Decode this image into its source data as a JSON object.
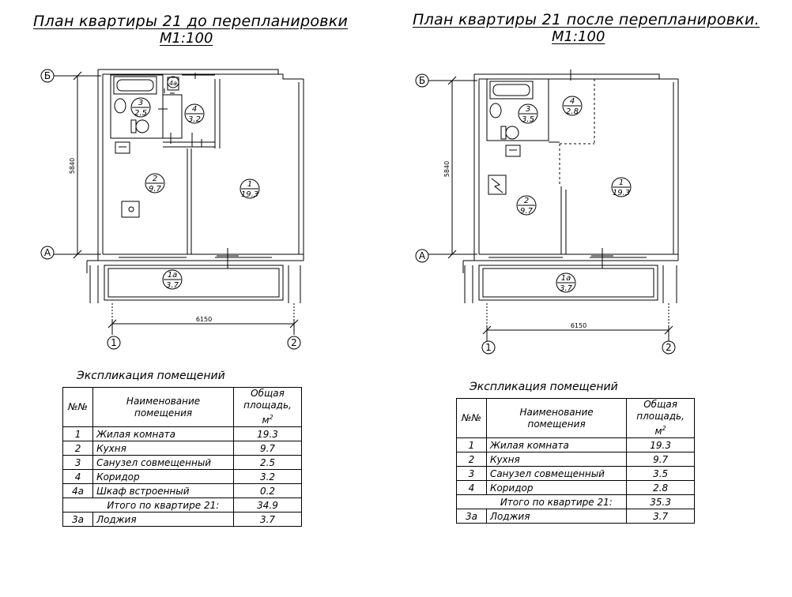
{
  "before": {
    "title": "План квартиры 21 до перепланировки",
    "scale": "М1:100",
    "dimension_width": "6150",
    "dimension_height": "5840",
    "axis_top": "Б",
    "axis_bottom": "А",
    "axis_left": "1",
    "axis_right": "2",
    "rooms": [
      {
        "num": "1",
        "area": "19.3"
      },
      {
        "num": "2",
        "area": "9.7"
      },
      {
        "num": "3",
        "area": "2.5"
      },
      {
        "num": "4",
        "area": "3.2"
      },
      {
        "num": "4а",
        "area": ""
      },
      {
        "num": "1а",
        "area": "3.7"
      }
    ],
    "explication": {
      "title": "Экспликация помещений",
      "headers": {
        "num": "№№",
        "name": "Наименование помещения",
        "area": "Общая площадь, м",
        "area_sup": "2"
      },
      "rows": [
        {
          "num": "1",
          "name": "Жилая комната",
          "area": "19.3"
        },
        {
          "num": "2",
          "name": "Кухня",
          "area": "9.7"
        },
        {
          "num": "3",
          "name": "Санузел совмещенный",
          "area": "2.5"
        },
        {
          "num": "4",
          "name": "Коридор",
          "area": "3.2"
        },
        {
          "num": "4а",
          "name": "Шкаф встроенный",
          "area": "0.2"
        }
      ],
      "total_label": "Итого по квартире 21:",
      "total_value": "34.9",
      "extra": {
        "num": "3а",
        "name": "Лоджия",
        "area": "3.7"
      }
    }
  },
  "after": {
    "title": "План квартиры 21 после перепланировки.",
    "scale": "М1:100",
    "dimension_width": "6150",
    "dimension_height": "5840",
    "axis_top": "Б",
    "axis_bottom": "А",
    "axis_left": "1",
    "axis_right": "2",
    "rooms": [
      {
        "num": "1",
        "area": "19.3"
      },
      {
        "num": "2",
        "area": "9.7"
      },
      {
        "num": "3",
        "area": "3.5"
      },
      {
        "num": "4",
        "area": "2.8"
      },
      {
        "num": "1а",
        "area": "3.7"
      }
    ],
    "explication": {
      "title": "Экспликация помещений",
      "headers": {
        "num": "№№",
        "name": "Наименование помещения",
        "area": "Общая площадь, м",
        "area_sup": "2"
      },
      "rows": [
        {
          "num": "1",
          "name": "Жилая комната",
          "area": "19.3"
        },
        {
          "num": "2",
          "name": "Кухня",
          "area": "9.7"
        },
        {
          "num": "3",
          "name": "Санузел совмещенный",
          "area": "3.5"
        },
        {
          "num": "4",
          "name": "Коридор",
          "area": "2.8"
        }
      ],
      "total_label": "Итого по квартире 21:",
      "total_value": "35.3",
      "extra": {
        "num": "3а",
        "name": "Лоджия",
        "area": "3.7"
      }
    }
  }
}
